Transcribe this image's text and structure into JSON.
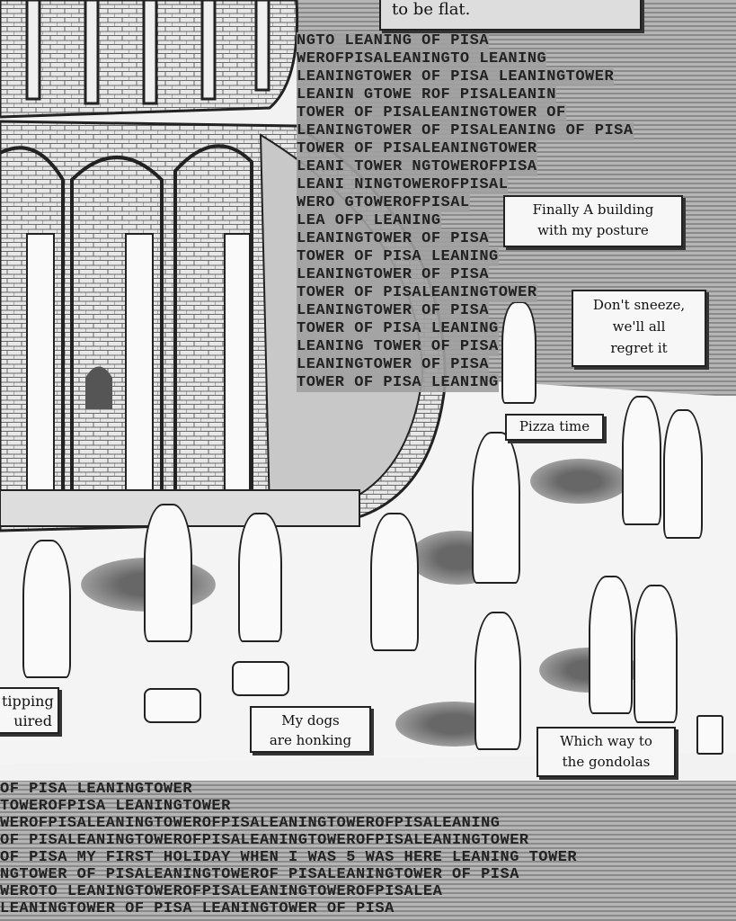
{
  "texture_text": {
    "sky_lines": [
      "NGTO  LEANING OF PISA",
      "WEROFPISALEANINGTO LEANING",
      "LEANINGTOWER OF PISA LEANINGTOWER",
      "LEANIN GTOWE ROF PISALEANIN",
      "TOWER OF PISALEANINGTOWER OF",
      "LEANINGTOWER OF PISALEANING OF PISA",
      "TOWER OF PISALEANINGTOWER",
      "LEANI TOWER NGTOWEROFPISA",
      "LEANI  NINGTOWEROFPISAL",
      "WERO GTOWEROFPISAL",
      "LEA  OFP  LEANING",
      "LEANINGTOWER OF PISA",
      "TOWER OF PISA LEANING",
      "LEANINGTOWER OF PISA",
      "TOWER OF PISALEANINGTOWER",
      "LEANINGTOWER OF PISA",
      "TOWER OF PISA LEANING",
      "LEANING TOWER OF PISA",
      "LEANINGTOWER OF PISA",
      "TOWER OF PISA LEANING"
    ],
    "ground_lines": [
      "OF PISA LEANINGTOWER",
      "TOWEROFPISA LEANINGTOWER",
      "WEROFPISALEANINGTOWEROFPISALEANINGTOWEROFPISALEANING",
      "OF PISALEANINGTOWEROFPISALEANINGTOWEROFPISALEANINGTOWER",
      "OF PISA MY FIRST HOLIDAY WHEN I WAS 5 WAS HERE LEANING TOWER",
      "NGTOWER OF PISALEANINGTOWEROF PISALEANINGTOWER OF PISA",
      "WEROTO LEANINGTOWEROFPISALEANINGTOWEROFPISALEA",
      "LEANINGTOWER OF PISA LEANINGTOWER OF PISA"
    ]
  },
  "speech_bubbles": {
    "flat": "to be flat.",
    "posture": [
      "Finally A building",
      "with my posture"
    ],
    "sneeze": [
      "Don't sneeze,",
      "we'll all",
      "regret it"
    ],
    "pizza": "Pizza time",
    "tipping": [
      "tipping",
      "uired"
    ],
    "dogs": [
      "My dogs",
      "are honking"
    ],
    "gondolas": [
      "Which way to",
      "the gondolas"
    ]
  }
}
